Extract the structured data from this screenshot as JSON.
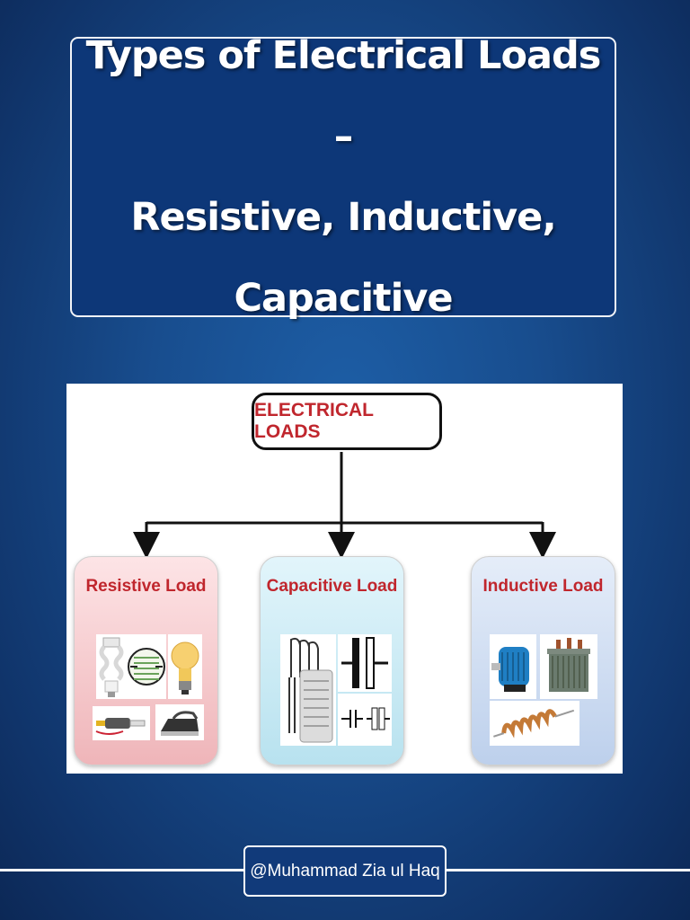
{
  "title": {
    "lines": [
      "Types of Electrical Loads –",
      "Resistive, Inductive,",
      "Capacitive"
    ]
  },
  "diagram": {
    "root": "ELECTRICAL LOADS",
    "children": [
      {
        "label": "Resistive Load",
        "icons": [
          "cfl-bulb-icon",
          "heater-coil-icon",
          "incandescent-bulb-icon",
          "soldering-iron-icon",
          "clothes-iron-icon"
        ]
      },
      {
        "label": "Capacitive Load",
        "icons": [
          "motor-run-capacitor-icon",
          "capacitor-symbol-icon",
          "capacitor-symbols-icon"
        ]
      },
      {
        "label": "Inductive Load",
        "icons": [
          "electric-motor-icon",
          "transformer-icon",
          "inductor-coil-icon"
        ]
      }
    ]
  },
  "credit": "@Muhammad Zia ul Haq",
  "colors": {
    "title_bg": "#0d3778",
    "label_red": "#c0262d",
    "resistive_card": "#f5c9cc",
    "capacitive_card": "#c9ebf5",
    "inductive_card": "#d2def2"
  }
}
